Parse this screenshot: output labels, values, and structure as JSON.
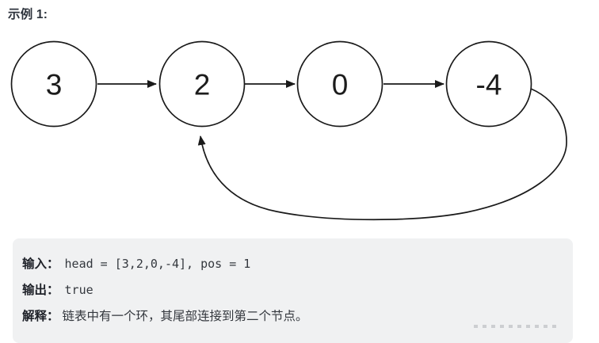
{
  "page": {
    "title": "示例 1:"
  },
  "diagram": {
    "type": "linked-list-with-cycle",
    "nodes": [
      {
        "label": "3"
      },
      {
        "label": "2"
      },
      {
        "label": "0"
      },
      {
        "label": "-4"
      }
    ],
    "edges": [
      {
        "from": "3",
        "to": "2"
      },
      {
        "from": "2",
        "to": "0"
      },
      {
        "from": "0",
        "to": "-4"
      },
      {
        "from": "-4",
        "to": "2",
        "type": "cycle"
      }
    ]
  },
  "example": {
    "input_label": "输入：",
    "input_value": "head = [3,2,0,-4], pos = 1",
    "output_label": "输出：",
    "output_value": "true",
    "explanation_label": "解释：",
    "explanation_value": "链表中有一个环，其尾部连接到第二个节点。"
  },
  "colors": {
    "diagram_stroke": "#1a1a1a",
    "code_block_bg": "#f0f1f2",
    "title_text": "#2d333c"
  }
}
